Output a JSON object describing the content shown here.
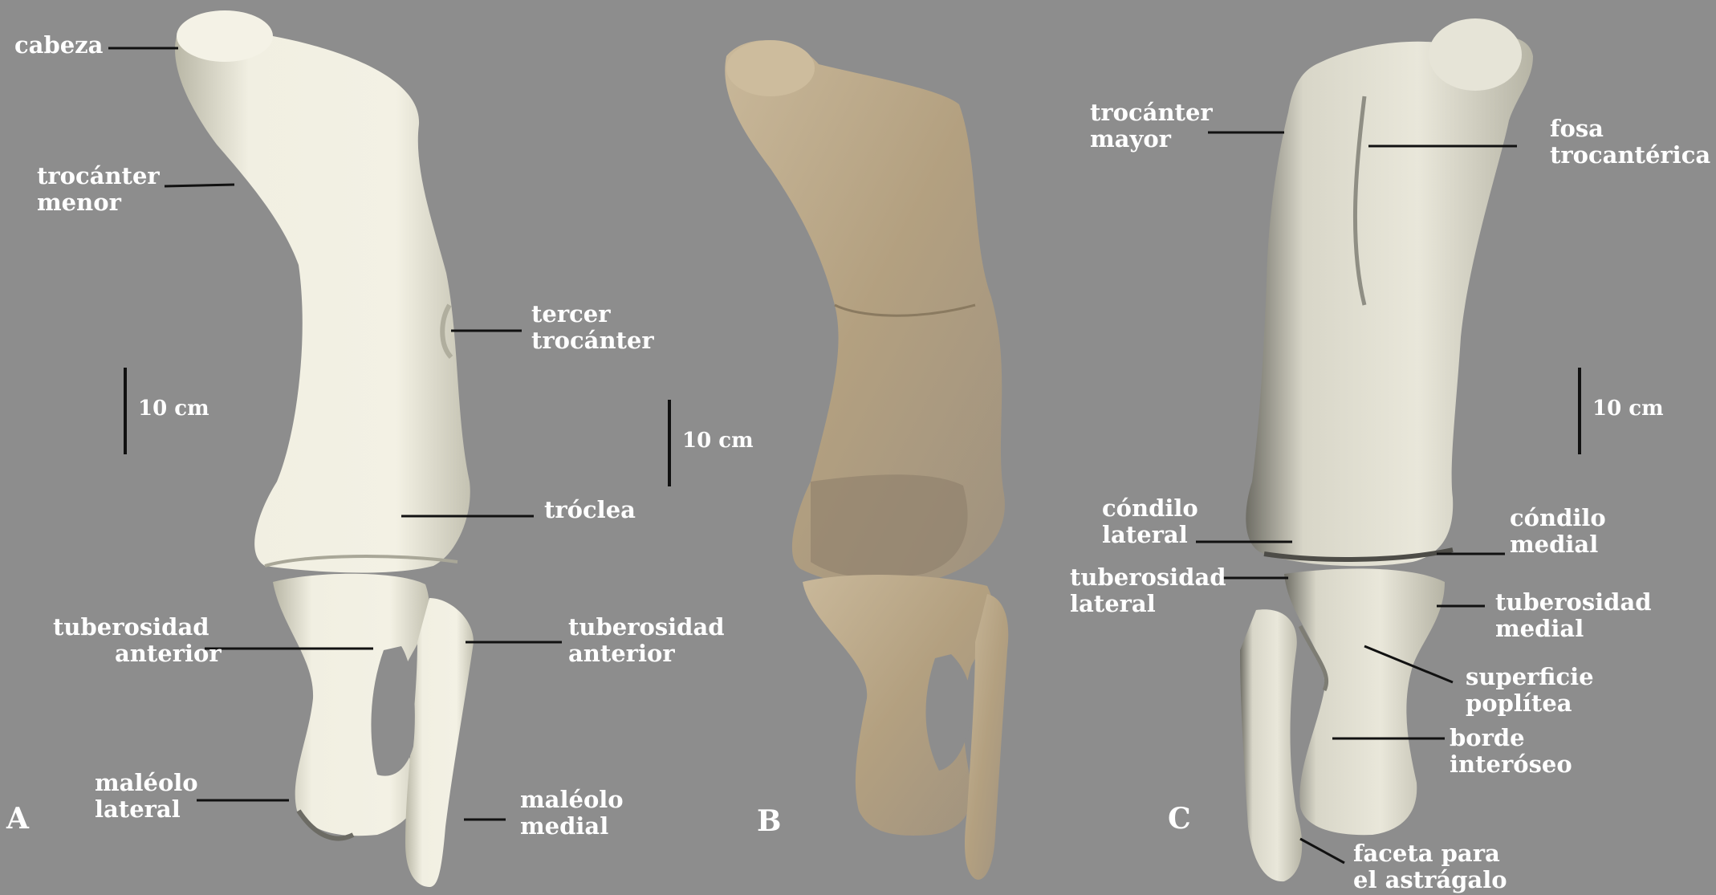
{
  "panels": {
    "a": "A",
    "b": "B",
    "c": "C"
  },
  "scale_bar_label": "10 cm",
  "labels_a": {
    "cabeza": "cabeza",
    "trocanter_menor": [
      "trocánter",
      "menor"
    ],
    "tercer_trocanter": [
      "tercer",
      "trocánter"
    ],
    "troclea": "tróclea",
    "tuberosidad_left": [
      "tuberosidad",
      "anterior"
    ],
    "tuberosidad_right": [
      "tuberosidad",
      "anterior"
    ],
    "maleolo_lateral": [
      "maléolo",
      "lateral"
    ],
    "maleolo_medial": [
      "maléolo",
      "medial"
    ]
  },
  "labels_c": {
    "trocanter_mayor": [
      "trocánter",
      "mayor"
    ],
    "fosa": [
      "fosa",
      "trocantérica"
    ],
    "condilo_lateral": [
      "cóndilo",
      "lateral"
    ],
    "condilo_medial": [
      "cóndilo",
      "medial"
    ],
    "tuberosidad_lateral": [
      "tuberosidad",
      "lateral"
    ],
    "tuberosidad_medial": [
      "tuberosidad",
      "medial"
    ],
    "superficie_poplitea": [
      "superficie",
      "poplítea"
    ],
    "borde_interoseo": [
      "borde",
      "interóseo"
    ],
    "faceta_astragalo": [
      "faceta para",
      "el astrágalo"
    ]
  },
  "colors": {
    "background": "#8d8d8d",
    "model_bone": "#eeecdd",
    "fossil_bone": "#bba98a",
    "leader_line": "#111111",
    "label_text": "#ffffff"
  }
}
